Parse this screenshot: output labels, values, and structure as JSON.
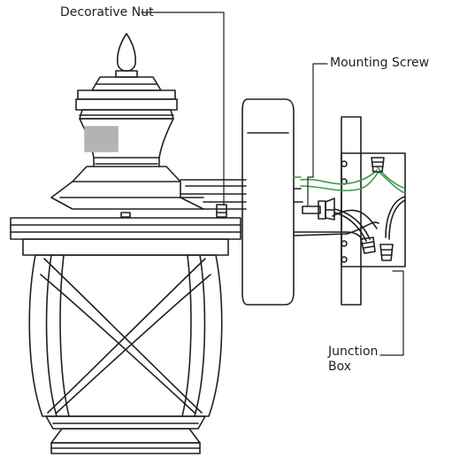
{
  "labels": {
    "decorative_nut": "Decorative Nut",
    "mounting_screw": "Mounting Screw",
    "junction_box_line1": "Junction",
    "junction_box_line2": "Box"
  },
  "colors": {
    "outline": "#231f20",
    "ground_wire": "#3a9a48",
    "shade_gray": "#b3b3b3"
  }
}
